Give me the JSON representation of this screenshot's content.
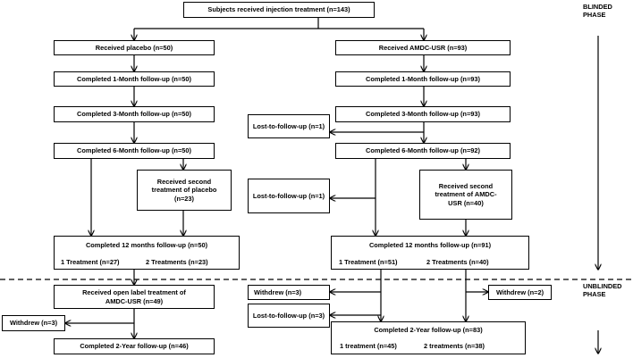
{
  "nodes": {
    "top": "Subjects received injection treatment (n=143)",
    "placebo": "Received placebo (n=50)",
    "amdc": "Received AMDC-USR (n=93)",
    "p1m": "Completed 1-Month follow-up (n=50)",
    "a1m": "Completed 1-Month follow-up (n=93)",
    "p3m": "Completed 3-Month follow-up (n=50)",
    "a3m": "Completed 3-Month follow-up (n=93)",
    "lost1a": "Lost-to-follow-up (n=1)",
    "p6m": "Completed 6-Month follow-up (n=50)",
    "a6m": "Completed 6-Month follow-up (n=92)",
    "p2nd": "Received second treatment of placebo (n=23)",
    "lost1b": "Lost-to-follow-up (n=1)",
    "a2nd": "Received second treatment of AMDC-USR (n=40)",
    "p12m": "Completed 12 months follow-up (n=50)",
    "p12m_t1": "1 Treatment (n=27)",
    "p12m_t2": "2 Treatments (n=23)",
    "a12m": "Completed 12 months follow-up (n=91)",
    "a12m_t1": "1 Treatment (n=51)",
    "a12m_t2": "2 Treatments (n=40)",
    "openlabel": "Received open label treatment of AMDC-USR (n=49)",
    "pwithdrew": "Withdrew (n=3)",
    "p2y": "Completed 2-Year follow-up (n=46)",
    "awithdrew3": "Withdrew (n=3)",
    "awithdrew2": "Withdrew (n=2)",
    "alost3": "Lost-to-follow-up (n=3)",
    "a2y": "Completed 2-Year follow-up (n=83)",
    "a2y_t1": "1 treatment (n=45)",
    "a2y_t2": "2 treatments (n=38)"
  },
  "phases": {
    "blinded": "BLINDED PHASE",
    "unblinded": "UNBLINDED PHASE"
  }
}
